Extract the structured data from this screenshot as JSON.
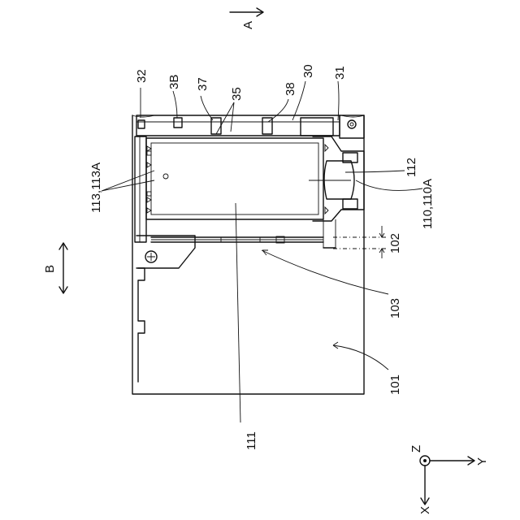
{
  "labels": {
    "arrow_a": "A",
    "arrow_b": "B",
    "ref_32": "32",
    "ref_3b": "3B",
    "ref_37": "37",
    "ref_35": "35",
    "ref_38": "38",
    "ref_30": "30",
    "ref_31": "31",
    "ref_113": "113,113A",
    "ref_112": "112",
    "ref_110": "110,110A",
    "ref_102": "102",
    "ref_103": "103",
    "ref_101": "101",
    "ref_111": "111",
    "axis_z": "Z",
    "axis_y": "Y",
    "axis_x": "X"
  }
}
